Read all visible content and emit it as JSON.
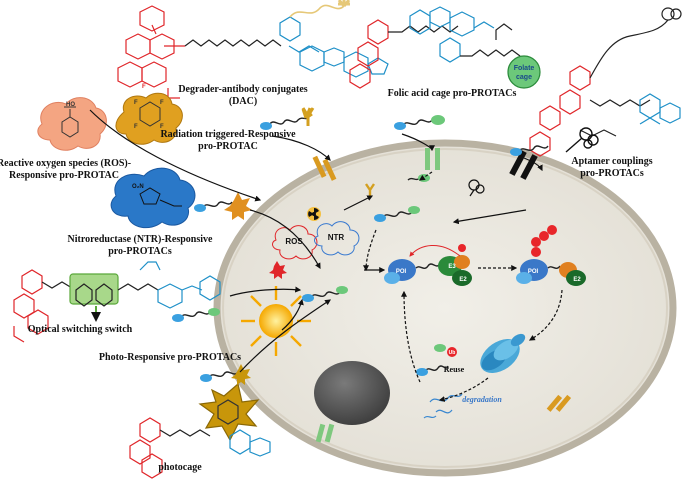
{
  "labels": {
    "dac_title": "Degrader-antibody conjugates",
    "dac_abbrev": "(DAC)",
    "folic_title": "Folic acid cage pro-PROTACs",
    "folate_cage": "Folate cage",
    "ros_title_1": "Reactive oxygen species (ROS)-",
    "ros_title_2": "Responsive pro-PROTAC",
    "rad_title_1": "Radiation triggered-Responsive",
    "rad_title_2": "pro-PROTAC",
    "ntr_title_1": "Nitroreductase (NTR)-Responsive",
    "ntr_title_2": "pro-PROTACs",
    "optical_title": "Optical switching switch",
    "photo_title": "Photo-Responsive pro-PROTACs",
    "photocage_title": "photocage",
    "aptamer_title_1": "Aptamer couplings",
    "aptamer_title_2": "pro-PROTACs"
  },
  "cell_labels": {
    "ros": "ROS",
    "ntr": "NTR",
    "poi": "POI",
    "e3": "E3",
    "e2": "E2",
    "ub": "Ub",
    "reuse": "Reuse",
    "degradation": "degradation"
  },
  "colors": {
    "warhead": "#e0262a",
    "linker": "#222222",
    "e3_ligand": "#1e90c8",
    "cell_fill": "#ebe8e0",
    "nucleus": "#595959",
    "ros_blob": "#f4a582",
    "radiation_blob": "#e0a020",
    "ntr_blob": "#2a78c8",
    "optical_box": "#a8d88a",
    "photocage_star": "#c8960a",
    "sun": "#f5a800",
    "proteasome": "#4aa8d8",
    "ub": "#e8262a"
  }
}
